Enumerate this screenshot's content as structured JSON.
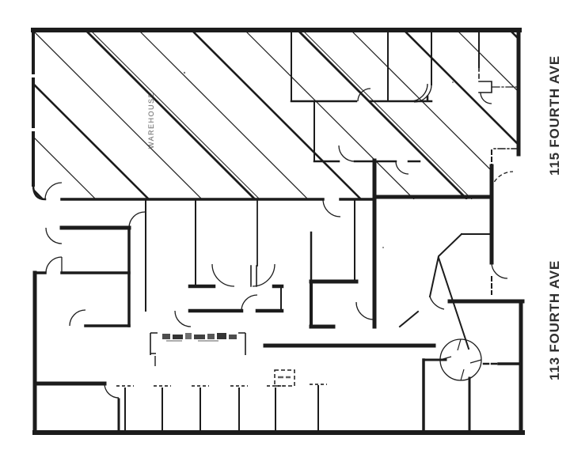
{
  "page": {
    "background": "#ffffff",
    "description_kind": "scanned office/warehouse floor plan"
  },
  "plan": {
    "ink_color": "#1c1c1c",
    "label_color": "#2f2f2f",
    "street_labels": [
      {
        "id": "115",
        "text": "115 FOURTH AVE"
      },
      {
        "id": "113",
        "text": "113 FOURTH AVE"
      }
    ],
    "area_labels": [
      {
        "id": "warehouse",
        "text": "WAREHOUSE"
      }
    ]
  }
}
